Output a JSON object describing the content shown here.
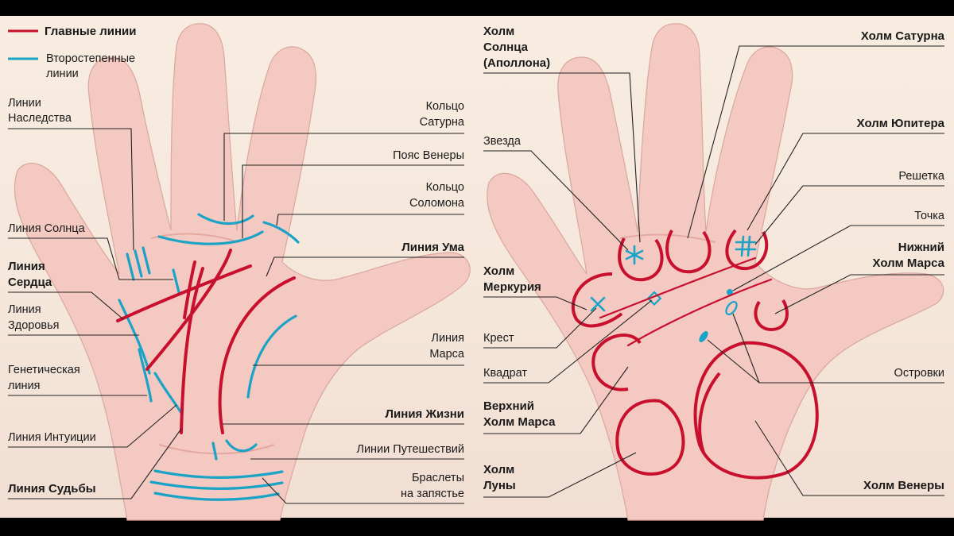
{
  "legend": {
    "main": "Главные линии",
    "secondary_1": "Второстепенные",
    "secondary_2": "линии",
    "main_color": "#c8102e",
    "secondary_color": "#1aa3c7"
  },
  "left": {
    "heredity_1": "Линии",
    "heredity_2": "Наследства",
    "sun_line": "Линия Солнца",
    "heart_1": "Линия",
    "heart_2": "Сердца",
    "health_1": "Линия",
    "health_2": "Здоровья",
    "genetic_1": "Генетическая",
    "genetic_2": "линия",
    "intuition": "Линия Интуиции",
    "fate": "Линия Судьбы",
    "saturn_ring_1": "Кольцо",
    "saturn_ring_2": "Сатурна",
    "venus_belt": "Пояс Венеры",
    "solomon_ring_1": "Кольцо",
    "solomon_ring_2": "Соломона",
    "mind_line": "Линия Ума",
    "mars_line_1": "Линия",
    "mars_line_2": "Марса",
    "life_line": "Линия Жизни",
    "travel_lines": "Линии Путешествий",
    "bracelets_1": "Браслеты",
    "bracelets_2": "на запястье"
  },
  "right": {
    "sun_mount_1": "Холм",
    "sun_mount_2": "Солнца",
    "sun_mount_3": "(Аполлона)",
    "star": "Звезда",
    "mercury_1": "Холм",
    "mercury_2": "Меркурия",
    "cross": "Крест",
    "square": "Квадрат",
    "upper_mars_1": "Верхний",
    "upper_mars_2": "Холм Марса",
    "moon_1": "Холм",
    "moon_2": "Луны",
    "saturn_mount": "Холм Сатурна",
    "jupiter_mount": "Холм Юпитера",
    "grille": "Решетка",
    "dot": "Точка",
    "lower_mars_1": "Нижний",
    "lower_mars_2": "Холм Марса",
    "islands": "Островки",
    "venus_mount": "Холм Венеры"
  }
}
